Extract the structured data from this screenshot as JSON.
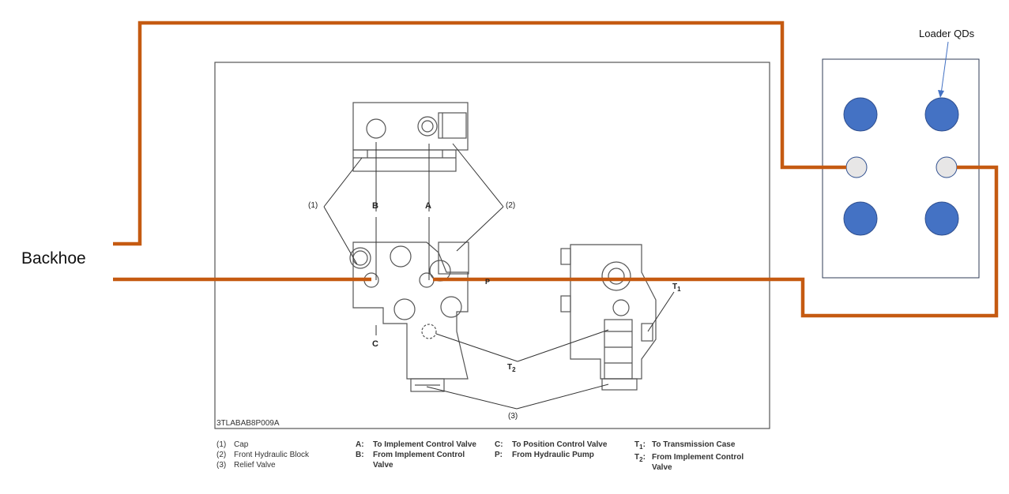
{
  "labels": {
    "backhoe": "Backhoe",
    "loader_qds": "Loader QDs",
    "figure_code": "3TLABAB8P009A"
  },
  "callouts": {
    "n1": "(1)",
    "n2": "(2)",
    "n3": "(3)",
    "a": "A",
    "b": "B",
    "c": "C",
    "p": "P",
    "t1_main": "T",
    "t1_sub": "1",
    "t2_main": "T",
    "t2_sub": "2"
  },
  "legend": {
    "col1": [
      {
        "key": "(1)",
        "text": "Cap"
      },
      {
        "key": "(2)",
        "text": "Front Hydraulic Block"
      },
      {
        "key": "(3)",
        "text": "Relief Valve"
      }
    ],
    "col2": [
      {
        "key": "A:",
        "text": "To Implement Control Valve"
      },
      {
        "key": "B:",
        "text": "From Implement Control Valve"
      }
    ],
    "col3": [
      {
        "key": "C:",
        "text": "To Position Control Valve"
      },
      {
        "key": "P:",
        "text": "From Hydraulic Pump"
      }
    ],
    "col4": [
      {
        "key_main": "T",
        "key_sub": "1",
        "text": "To Transmission Case"
      },
      {
        "key_main": "T",
        "key_sub": "2",
        "text": "From Implement Control Valve"
      }
    ]
  },
  "colors": {
    "hose": "#c55a11",
    "qd_large": "#4472c4",
    "qd_small": "#e7e6e6",
    "frame": "#2f3b55",
    "line_art": "#555555"
  }
}
